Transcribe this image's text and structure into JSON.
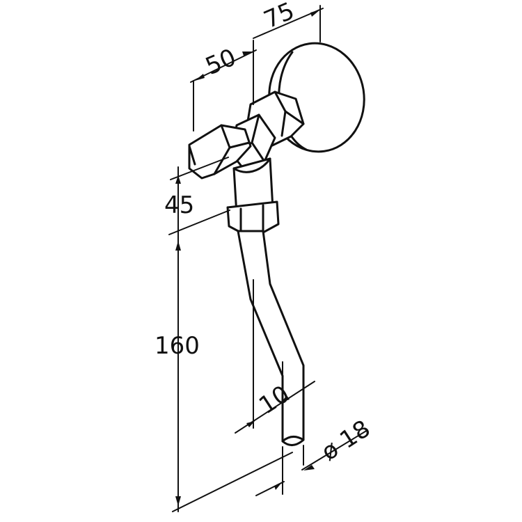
{
  "drawing": {
    "subject": "angle-valve-with-flush-pipe",
    "line_color": "#111111",
    "background": "#ffffff"
  },
  "dimensions": {
    "width_outer": "75",
    "width_inner": "50",
    "height_upper": "45",
    "height_lower": "160",
    "offset": "10",
    "pipe_diameter": "ø 18"
  }
}
